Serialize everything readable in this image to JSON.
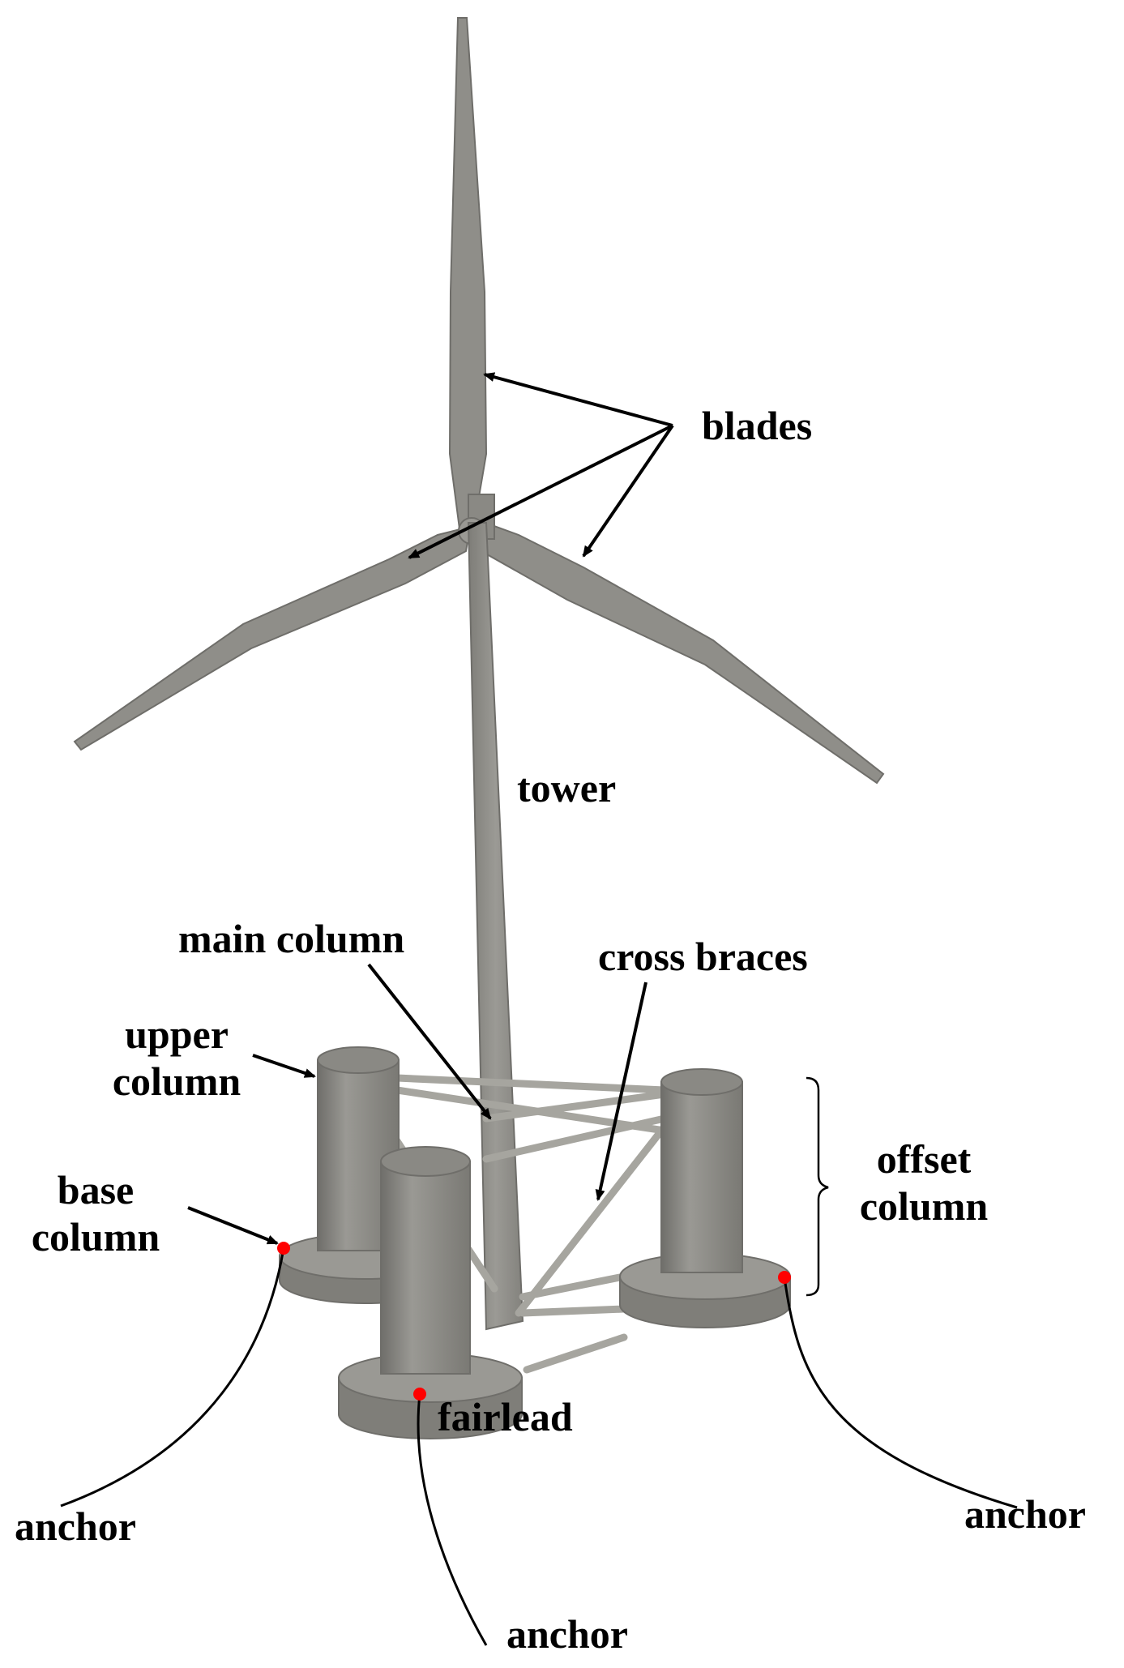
{
  "labels": {
    "blades": "blades",
    "tower": "tower",
    "main_column": "main column",
    "cross_braces": "cross braces",
    "upper_column": [
      "upper",
      "column"
    ],
    "offset_column": [
      "offset",
      "column"
    ],
    "base_column": [
      "base",
      "column"
    ],
    "fairlead": "fairlead",
    "anchor_left": "anchor",
    "anchor_bottom": "anchor",
    "anchor_right": "anchor"
  },
  "colors": {
    "structure": "#8c8b86",
    "structure_light": "#a6a59f",
    "structure_dark": "#6f6e6a",
    "fairlead_marker": "#ff0000",
    "annotation": "#000000"
  }
}
